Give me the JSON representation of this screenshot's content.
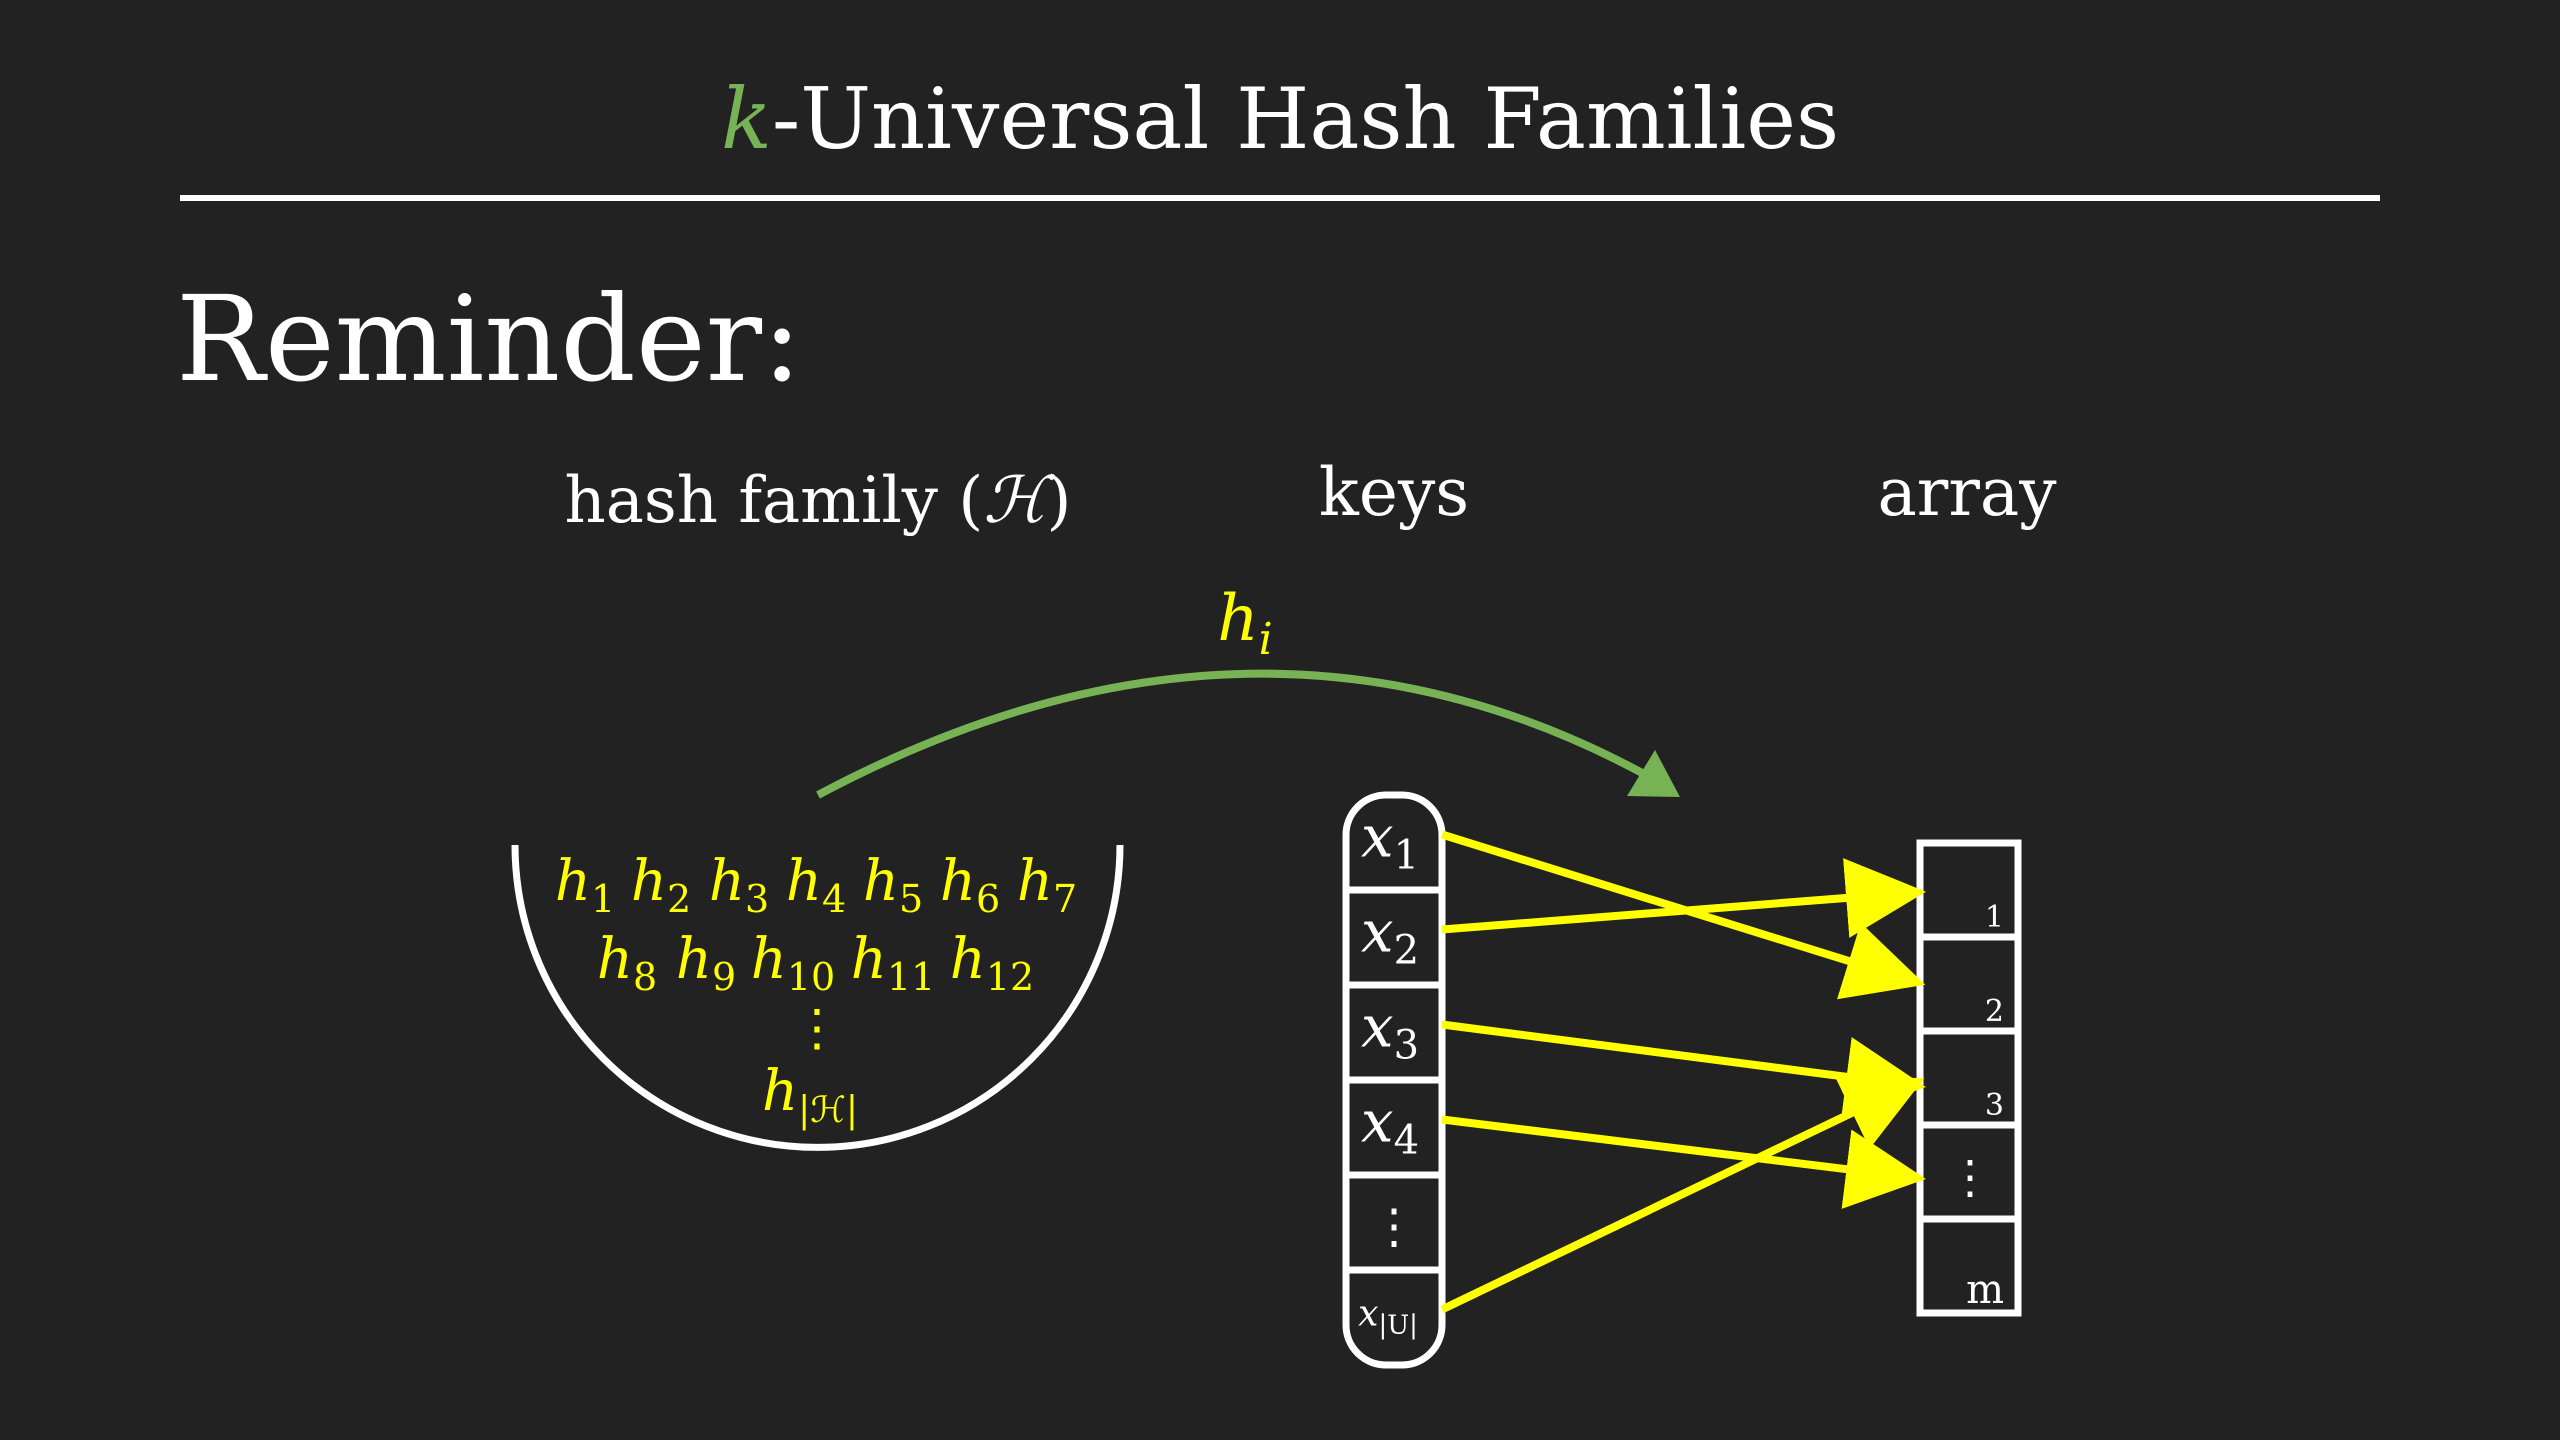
{
  "title": {
    "k": "k",
    "rest": "-Universal Hash Families"
  },
  "heading": "Reminder:",
  "labels": {
    "hash_family_prefix": "hash family (",
    "hash_family_symbol": "ℋ",
    "hash_family_suffix": ")",
    "keys": "keys",
    "array": "array"
  },
  "arrow_label": {
    "base": "h",
    "sub": "i"
  },
  "hash_family": {
    "row1": [
      {
        "base": "h",
        "sub": "1"
      },
      {
        "base": "h",
        "sub": "2"
      },
      {
        "base": "h",
        "sub": "3"
      },
      {
        "base": "h",
        "sub": "4"
      },
      {
        "base": "h",
        "sub": "5"
      },
      {
        "base": "h",
        "sub": "6"
      },
      {
        "base": "h",
        "sub": "7"
      }
    ],
    "row2": [
      {
        "base": "h",
        "sub": "8"
      },
      {
        "base": "h",
        "sub": "9"
      },
      {
        "base": "h",
        "sub": "10"
      },
      {
        "base": "h",
        "sub": "11"
      },
      {
        "base": "h",
        "sub": "12"
      }
    ],
    "ellipsis": "⋮",
    "last": {
      "base": "h",
      "sub": "|ℋ|"
    }
  },
  "keys": [
    {
      "base": "x",
      "sub": "1"
    },
    {
      "base": "x",
      "sub": "2"
    },
    {
      "base": "x",
      "sub": "3"
    },
    {
      "base": "x",
      "sub": "4"
    },
    {
      "base": "⋮",
      "sub": ""
    },
    {
      "base": "x",
      "sub": "|U|"
    }
  ],
  "array_slots": [
    "1",
    "2",
    "3",
    "⋮",
    "m"
  ],
  "mappings": [
    {
      "from": 0,
      "to": 1
    },
    {
      "from": 1,
      "to": 0
    },
    {
      "from": 2,
      "to": 2
    },
    {
      "from": 3,
      "to": 3
    },
    {
      "from": 5,
      "to": 2
    }
  ],
  "colors": {
    "background": "#222222",
    "text": "#ffffff",
    "accent_green": "#77b255",
    "accent_yellow": "#ffff00"
  }
}
